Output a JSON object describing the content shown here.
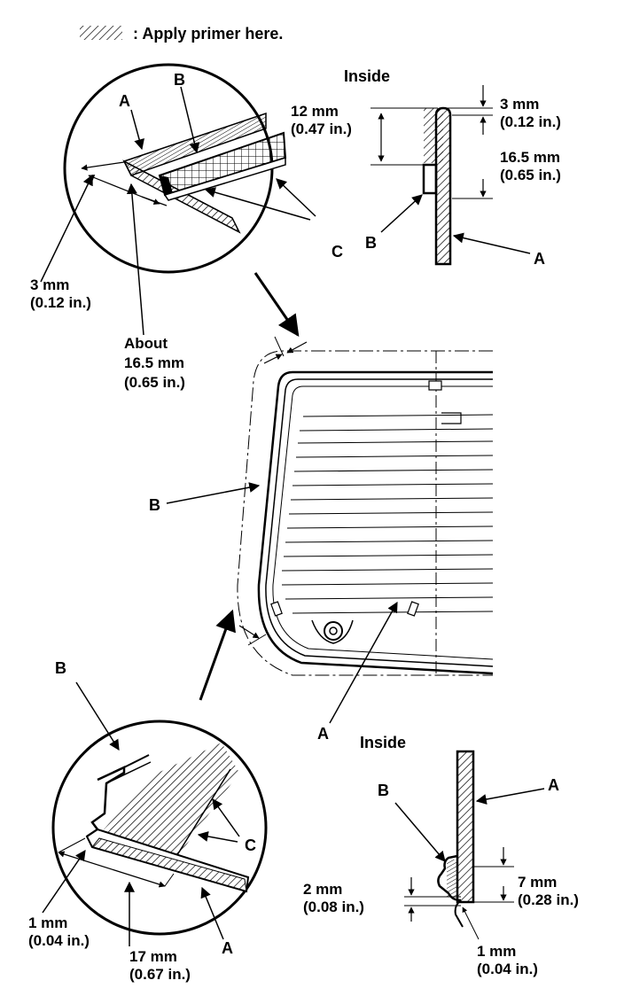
{
  "legend": {
    "text": ": Apply primer here."
  },
  "top_section": {
    "inside_label": "Inside",
    "detail_labels": {
      "a": "A",
      "b": "B",
      "c": "C"
    },
    "dim_3mm": {
      "mm": "3 mm",
      "in": "(0.12 in.)"
    },
    "dim_about": {
      "about": "About",
      "mm": "16.5 mm",
      "in": "(0.65 in.)"
    },
    "section_dims": {
      "d12": {
        "mm": "12 mm",
        "in": "(0.47 in.)"
      },
      "d3": {
        "mm": "3 mm",
        "in": "(0.12 in.)"
      },
      "d165": {
        "mm": "16.5 mm",
        "in": "(0.65 in.)"
      }
    },
    "section_labels": {
      "a": "A",
      "b": "B"
    }
  },
  "glass_view": {
    "label_b": "B",
    "label_a": "A"
  },
  "bottom_section": {
    "inside_label": "Inside",
    "detail_labels": {
      "a": "A",
      "b": "B",
      "c": "C"
    },
    "detail_dims": {
      "d1": {
        "mm": "1 mm",
        "in": "(0.04 in.)"
      },
      "d17": {
        "mm": "17 mm",
        "in": "(0.67 in.)"
      }
    },
    "section_dims": {
      "d7": {
        "mm": "7 mm",
        "in": "(0.28 in.)"
      },
      "d2": {
        "mm": "2 mm",
        "in": "(0.08 in.)"
      },
      "d1": {
        "mm": "1 mm",
        "in": "(0.04 in.)"
      }
    },
    "section_labels": {
      "a": "A",
      "b": "B"
    }
  }
}
